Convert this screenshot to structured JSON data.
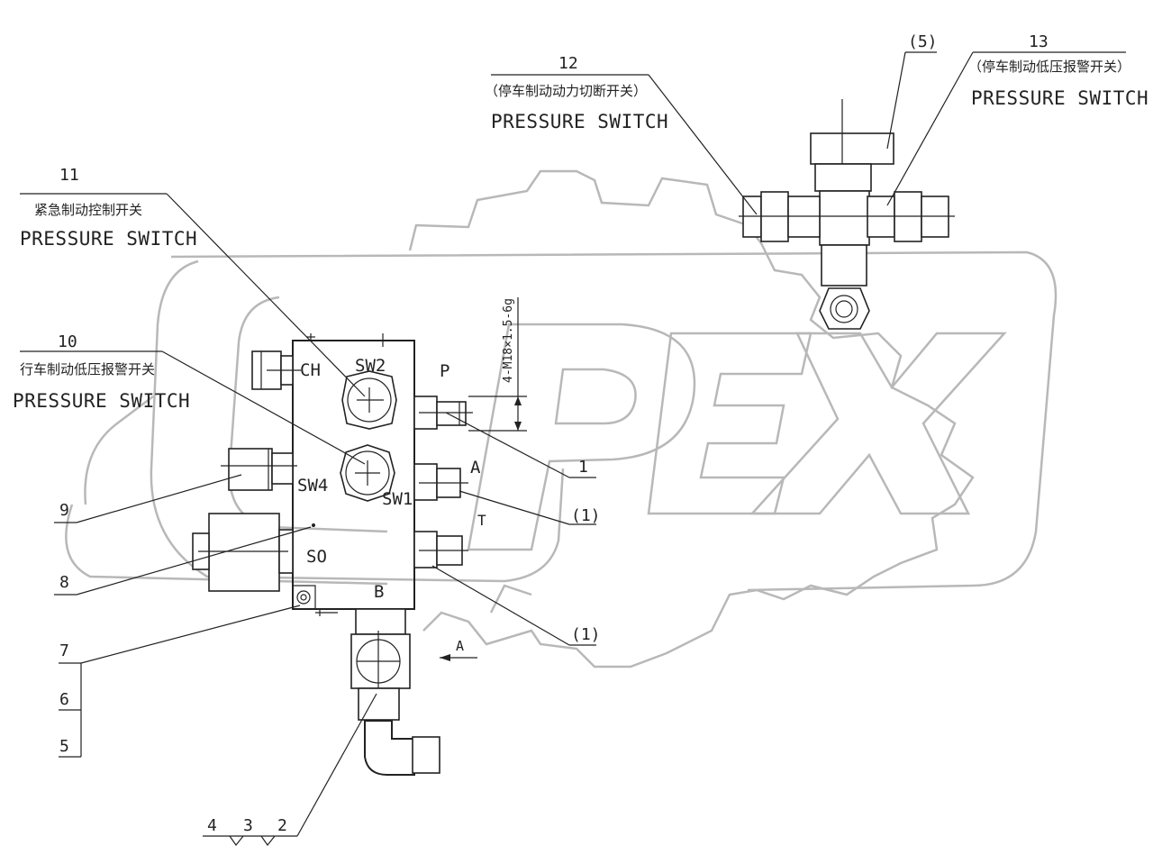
{
  "watermark": {
    "text": "OPEX",
    "color": "#b8b8b8"
  },
  "corner_mark": "",
  "callouts": [
    {
      "id": "c1",
      "num": "1"
    },
    {
      "id": "c1a",
      "num": "(1)"
    },
    {
      "id": "c1b",
      "num": "(1)"
    },
    {
      "id": "c2",
      "num": "2"
    },
    {
      "id": "c3",
      "num": "3"
    },
    {
      "id": "c4",
      "num": "4"
    },
    {
      "id": "c5",
      "num": "5"
    },
    {
      "id": "c6",
      "num": "6"
    },
    {
      "id": "c7",
      "num": "7"
    },
    {
      "id": "c8",
      "num": "8"
    },
    {
      "id": "c9",
      "num": "9"
    },
    {
      "id": "c10",
      "num": "10",
      "cn": "行车制动低压报警开关",
      "en": "PRESSURE SWITCH"
    },
    {
      "id": "c11",
      "num": "11",
      "cn": "紧急制动控制开关",
      "en": "PRESSURE SWITCH"
    },
    {
      "id": "c12",
      "num": "12",
      "cn": "（停车制动动力切断开关）",
      "en": "PRESSURE SWITCH"
    },
    {
      "id": "c13",
      "num": "13",
      "cn": "（停车制动低压报警开关）",
      "en": "PRESSURE SWITCH"
    },
    {
      "id": "c5p",
      "num": "(5)"
    }
  ],
  "ports": {
    "ch": "CH",
    "sw2": "SW2",
    "p": "P",
    "sw4": "SW4",
    "sw1": "SW1",
    "a": "A",
    "t": "T",
    "so": "SO",
    "b": "B",
    "view": "A"
  },
  "dimension": "4-M18×1.5-6g"
}
